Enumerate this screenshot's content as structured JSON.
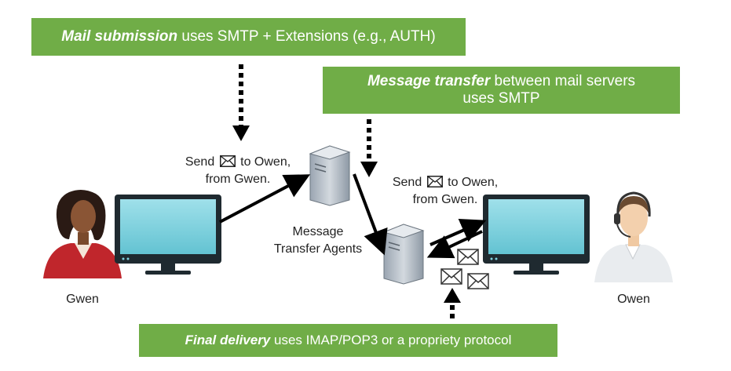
{
  "banners": {
    "submission": {
      "bold": "Mail submission",
      "rest": " uses SMTP + Extensions (e.g., AUTH)"
    },
    "transfer": {
      "bold": "Message transfer",
      "rest_line1": " between mail servers",
      "line2": "uses SMTP"
    },
    "delivery": {
      "bold": "Final delivery",
      "rest": " uses IMAP/POP3 or a propriety protocol"
    }
  },
  "labels": {
    "msg1_send": "Send",
    "msg1_to": "to Owen,",
    "msg1_from": "from Gwen.",
    "msg2_send": "Send",
    "msg2_to": "to Owen,",
    "msg2_from": "from Gwen.",
    "mta_line1": "Message",
    "mta_line2": "Transfer Agents",
    "gwen": "Gwen",
    "owen": "Owen"
  },
  "colors": {
    "banner_green": "#70ad47",
    "monitor_screen": "#7fd2df",
    "monitor_frame": "#1f2a30",
    "gwen_shirt": "#c0262c",
    "arrow": "#000000"
  },
  "icons": [
    "envelope-icon",
    "server-icon",
    "monitor-icon",
    "person-icon",
    "headset-icon"
  ]
}
